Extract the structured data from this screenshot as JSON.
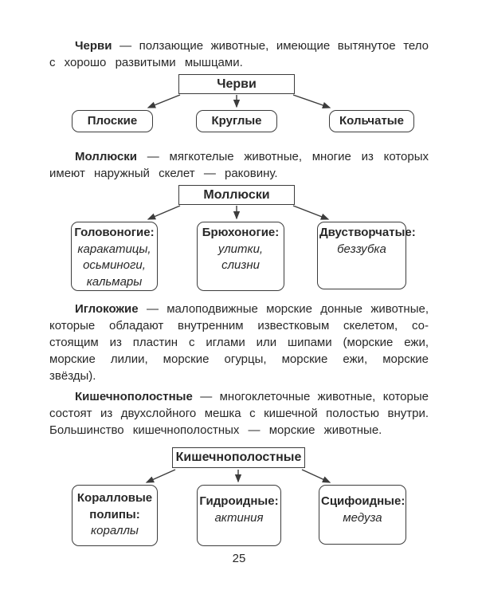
{
  "colors": {
    "text": "#282828",
    "line": "#3c3c3c",
    "background": "#ffffff"
  },
  "page": {
    "number": "25"
  },
  "paragraphs": {
    "worms": {
      "term": "Черви",
      "first_rest": "— ползающие животные, имеющие вытянутое тело",
      "rest_lines": [
        "с хорошо развитыми мышцами."
      ]
    },
    "mollusks": {
      "term": "Моллюски",
      "first_rest": "— мягкотелые животные, многие из которых",
      "rest_lines": [
        "имеют наружный скелет — раковину."
      ]
    },
    "echinoderms": {
      "term": "Иглокожие",
      "first_rest": "— малоподвижные морские донные животные,",
      "rest_lines": [
        "которые обладают внутренним известковым скелетом, со-",
        "стоящим из пластин с иглами или шипами (морские ежи,",
        "морские лилии, морские огурцы, морские ежи, морские",
        "звёзды)."
      ]
    },
    "coelenterates": {
      "term": "Кишечнополостные",
      "first_rest": "— многоклеточные животные, которые",
      "rest_lines": [
        "состоят из двухслойного мешка с кишечной полостью внутри.",
        "Большинство кишечнополостных — морские животные."
      ]
    }
  },
  "diagrams": {
    "worms": {
      "root": "Черви",
      "children": [
        {
          "title": "Плоские"
        },
        {
          "title": "Круглые"
        },
        {
          "title": "Кольчатые"
        }
      ]
    },
    "mollusks": {
      "root": "Моллюски",
      "children": [
        {
          "title": "Головоногие:",
          "items": [
            "каракатицы,",
            "осьминоги,",
            "кальмары"
          ]
        },
        {
          "title": "Брюхоногие:",
          "items": [
            "улитки,",
            "слизни"
          ]
        },
        {
          "title": "Двустворчатые:",
          "items": [
            "беззубка"
          ]
        }
      ]
    },
    "coelenterates": {
      "root": "Кишечнополостные",
      "children": [
        {
          "title": "Коралловые полипы:",
          "items": [
            "кораллы"
          ]
        },
        {
          "title": "Гидроидные:",
          "items": [
            "актиния"
          ]
        },
        {
          "title": "Сцифоидные:",
          "items": [
            "медуза"
          ]
        }
      ]
    }
  }
}
